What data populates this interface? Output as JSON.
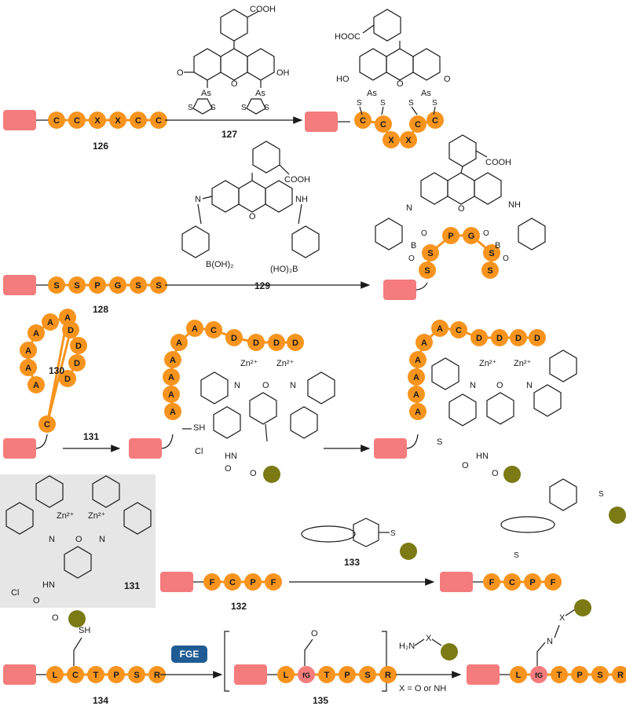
{
  "colors": {
    "residue": "#f7941d",
    "cargo": "#f47c7c",
    "probe": "#7b7a14",
    "blue": "#2e8bc0",
    "fge_box": "#1f5c94",
    "panel_bg": "#e6e6e6",
    "line": "#1a1a1a"
  },
  "compound_labels": {
    "c126": "126",
    "c127": "127",
    "c128": "128",
    "c129": "129",
    "c130": "130",
    "c131": "131",
    "c131_panel": "131",
    "c132": "132",
    "c133": "133",
    "c134": "134",
    "c135": "135"
  },
  "chem_text": {
    "cooh": "COOH",
    "hoocc": "HOOC",
    "o": "O",
    "oh": "OH",
    "ho": "HO",
    "s": "S",
    "as": "As",
    "n": "N",
    "nh": "NH",
    "hn": "HN",
    "b": "B",
    "boh2": "B(OH)₂",
    "hoboh": "(HO)₂B",
    "zn": "Zn²⁺",
    "sh": "SH",
    "cl": "Cl",
    "f": "F",
    "h2n": "H₂N",
    "x": "X",
    "x_note": "X = O or NH",
    "fge": "FGE"
  },
  "sequences": {
    "s126": [
      "C",
      "C",
      "X",
      "X",
      "C",
      "C"
    ],
    "s128": [
      "S",
      "S",
      "P",
      "G",
      "S",
      "S"
    ],
    "s130": [
      "A",
      "A",
      "A",
      "A",
      "A",
      "A",
      "C",
      "D",
      "D",
      "D",
      "D"
    ],
    "s132": [
      "F",
      "C",
      "P",
      "F"
    ],
    "s134": [
      "L",
      "C",
      "T",
      "P",
      "S",
      "R"
    ],
    "s135": [
      "L",
      "fG",
      "T",
      "P",
      "S",
      "R"
    ]
  }
}
